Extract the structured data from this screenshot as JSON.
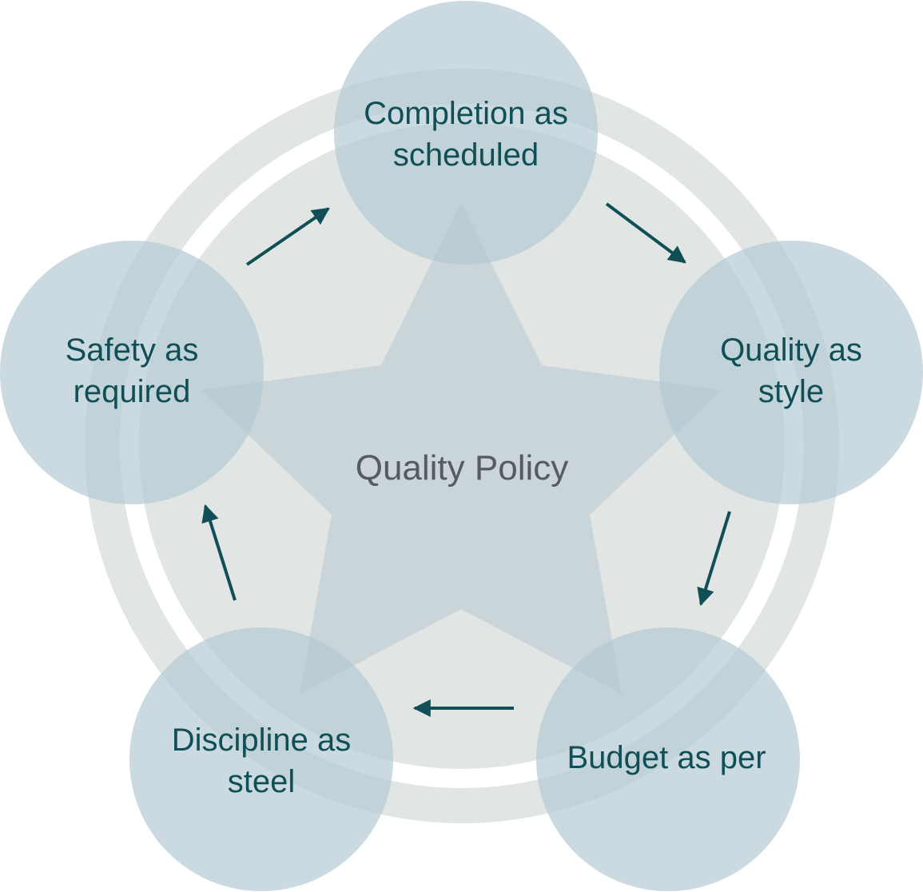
{
  "diagram": {
    "center_title": "Quality Policy",
    "nodes": [
      {
        "id": "completion",
        "lines": [
          "Completion as",
          "scheduled"
        ]
      },
      {
        "id": "quality",
        "lines": [
          "Quality as",
          "style"
        ]
      },
      {
        "id": "budget",
        "lines": [
          "Budget as per"
        ]
      },
      {
        "id": "discipline",
        "lines": [
          "Discipline as",
          "steel"
        ]
      },
      {
        "id": "safety",
        "lines": [
          "Safety as",
          "required"
        ]
      }
    ],
    "flow": [
      "completion",
      "quality",
      "budget",
      "discipline",
      "safety",
      "completion"
    ]
  },
  "colors": {
    "outer_ring": "#e1e5e4",
    "inner_disc": "#e1e5e4",
    "star": "#c8d3d8",
    "node_fill": "#b2c8d3",
    "arrow": "#0f4f55",
    "node_text": "#0f4f55",
    "center_text": "#555b5e"
  }
}
